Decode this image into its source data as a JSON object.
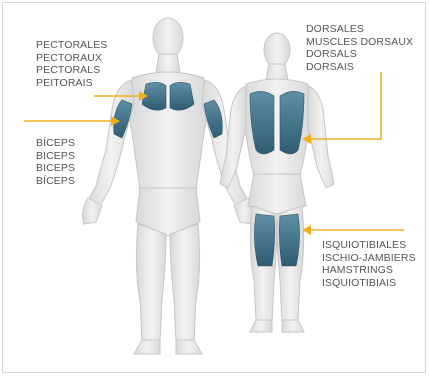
{
  "colors": {
    "arrow": "#f2b01e",
    "muscle": "#3d6f86",
    "body": "#e8e8e8",
    "outline": "#c8c8c8",
    "text": "#555555"
  },
  "labels": {
    "pectorals": [
      "PECTORALES",
      "PECTORAUX",
      "PECTORALS",
      "PEITORAIS"
    ],
    "biceps": [
      "BÍCEPS",
      "BICEPS",
      "BICEPS",
      "BÍCEPS"
    ],
    "dorsals": [
      "DORSALES",
      "MUSCLES DORSAUX",
      "DORSALS",
      "DORSAIS"
    ],
    "hamstrings": [
      "ISQUIOTIBIALES",
      "ISCHIO-JAMBIERS",
      "HAMSTRINGS",
      "ISQUIOTIBIAIS"
    ]
  }
}
